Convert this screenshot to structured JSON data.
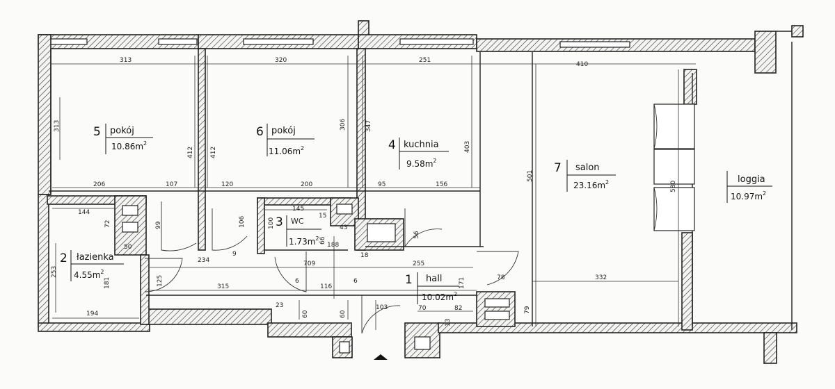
{
  "rooms": [
    {
      "id": "pokoj5",
      "number": "5",
      "name": "pokój",
      "area": "10.86m",
      "unit_sup": "2"
    },
    {
      "id": "pokoj6",
      "number": "6",
      "name": "pokój",
      "area": "11.06m",
      "unit_sup": "2"
    },
    {
      "id": "kuchnia",
      "number": "4",
      "name": "kuchnia",
      "area": "9.58m",
      "unit_sup": "2"
    },
    {
      "id": "salon",
      "number": "7",
      "name": "salon",
      "area": "23.16m",
      "unit_sup": "2"
    },
    {
      "id": "loggia",
      "number": "",
      "name": "loggia",
      "area": "10.97m",
      "unit_sup": "2"
    },
    {
      "id": "wc",
      "number": "3",
      "name": "WC",
      "area": "1.73m",
      "unit_sup": "2"
    },
    {
      "id": "lazienka",
      "number": "2",
      "name": "łazienka",
      "area": "4.55m",
      "unit_sup": "2"
    },
    {
      "id": "hall",
      "number": "1",
      "name": "hall",
      "area": "10.02m",
      "unit_sup": "2"
    }
  ],
  "dimensions": {
    "top_313": "313",
    "top_320": "320",
    "top_251": "251",
    "top_410": "410",
    "left_313": "313",
    "v412a": "412",
    "v412b": "412",
    "v306": "306",
    "v347": "347",
    "v403": "403",
    "v501": "501",
    "v580": "580",
    "mid_206": "206",
    "mid_107": "107",
    "mid_120": "120",
    "mid_200": "200",
    "mid_95": "95",
    "mid_156": "156",
    "d144": "144",
    "d72": "72",
    "d99": "99",
    "d106": "106",
    "d145": "145",
    "d15": "15",
    "d100": "100",
    "d43": "43",
    "d66": "66",
    "d188": "188",
    "d56": "56",
    "d50": "50",
    "d234": "234",
    "d9": "9",
    "d18": "18",
    "d709": "709",
    "d255": "255",
    "d253": "253",
    "d181": "181",
    "d125": "125",
    "d315": "315",
    "d6a": "6",
    "d116": "116",
    "d6b": "6",
    "d171": "171",
    "d78": "78",
    "d332": "332",
    "d194": "194",
    "d23": "23",
    "d60a": "60",
    "d60b": "60",
    "d103": "103",
    "d70": "70",
    "d82": "82",
    "d13": "13",
    "d79": "79"
  }
}
